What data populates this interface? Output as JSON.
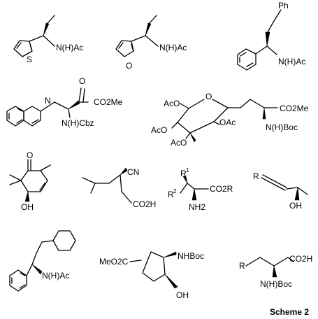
{
  "labels": {
    "m1_nhac": "N(H)Ac",
    "m1_s": "S",
    "m2_nhac": "N(H)Ac",
    "m2_o": "O",
    "m3_ph": "Ph",
    "m3_nhac": "N(H)Ac",
    "m4_n": "N",
    "m4_co2me": "CO2Me",
    "m4_nhcbz": "N(H)Cbz",
    "m5_aco_top": "AcO",
    "m5_o": "O",
    "m5_co2me": "CO2Me",
    "m5_aco_mid": "AcO",
    "m5_oac": "OAc",
    "m5_aco_bot": "AcO",
    "m5_nhboc": "N(H)Boc",
    "m6_o": "O",
    "m6_oh": "OH",
    "m7_cn": "CN",
    "m7_co2h": "CO2H",
    "m8_r1": "R",
    "m8_r1_sup": "1",
    "m8_r2": "R",
    "m8_r2_sup": "2",
    "m8_co2r": "CO2R",
    "m8_nh2": "NH2",
    "m9_r": "R",
    "m9_oh": "OH",
    "m10_nhac": "N(H)Ac",
    "m11_meo2c": "MeO2C",
    "m11_nhboc": "NHBoc",
    "m11_oh": "OH",
    "m12_r": "R",
    "m12_co2h": "CO2H",
    "m12_nhboc": "N(H)Boc",
    "caption": "Scheme 2"
  }
}
